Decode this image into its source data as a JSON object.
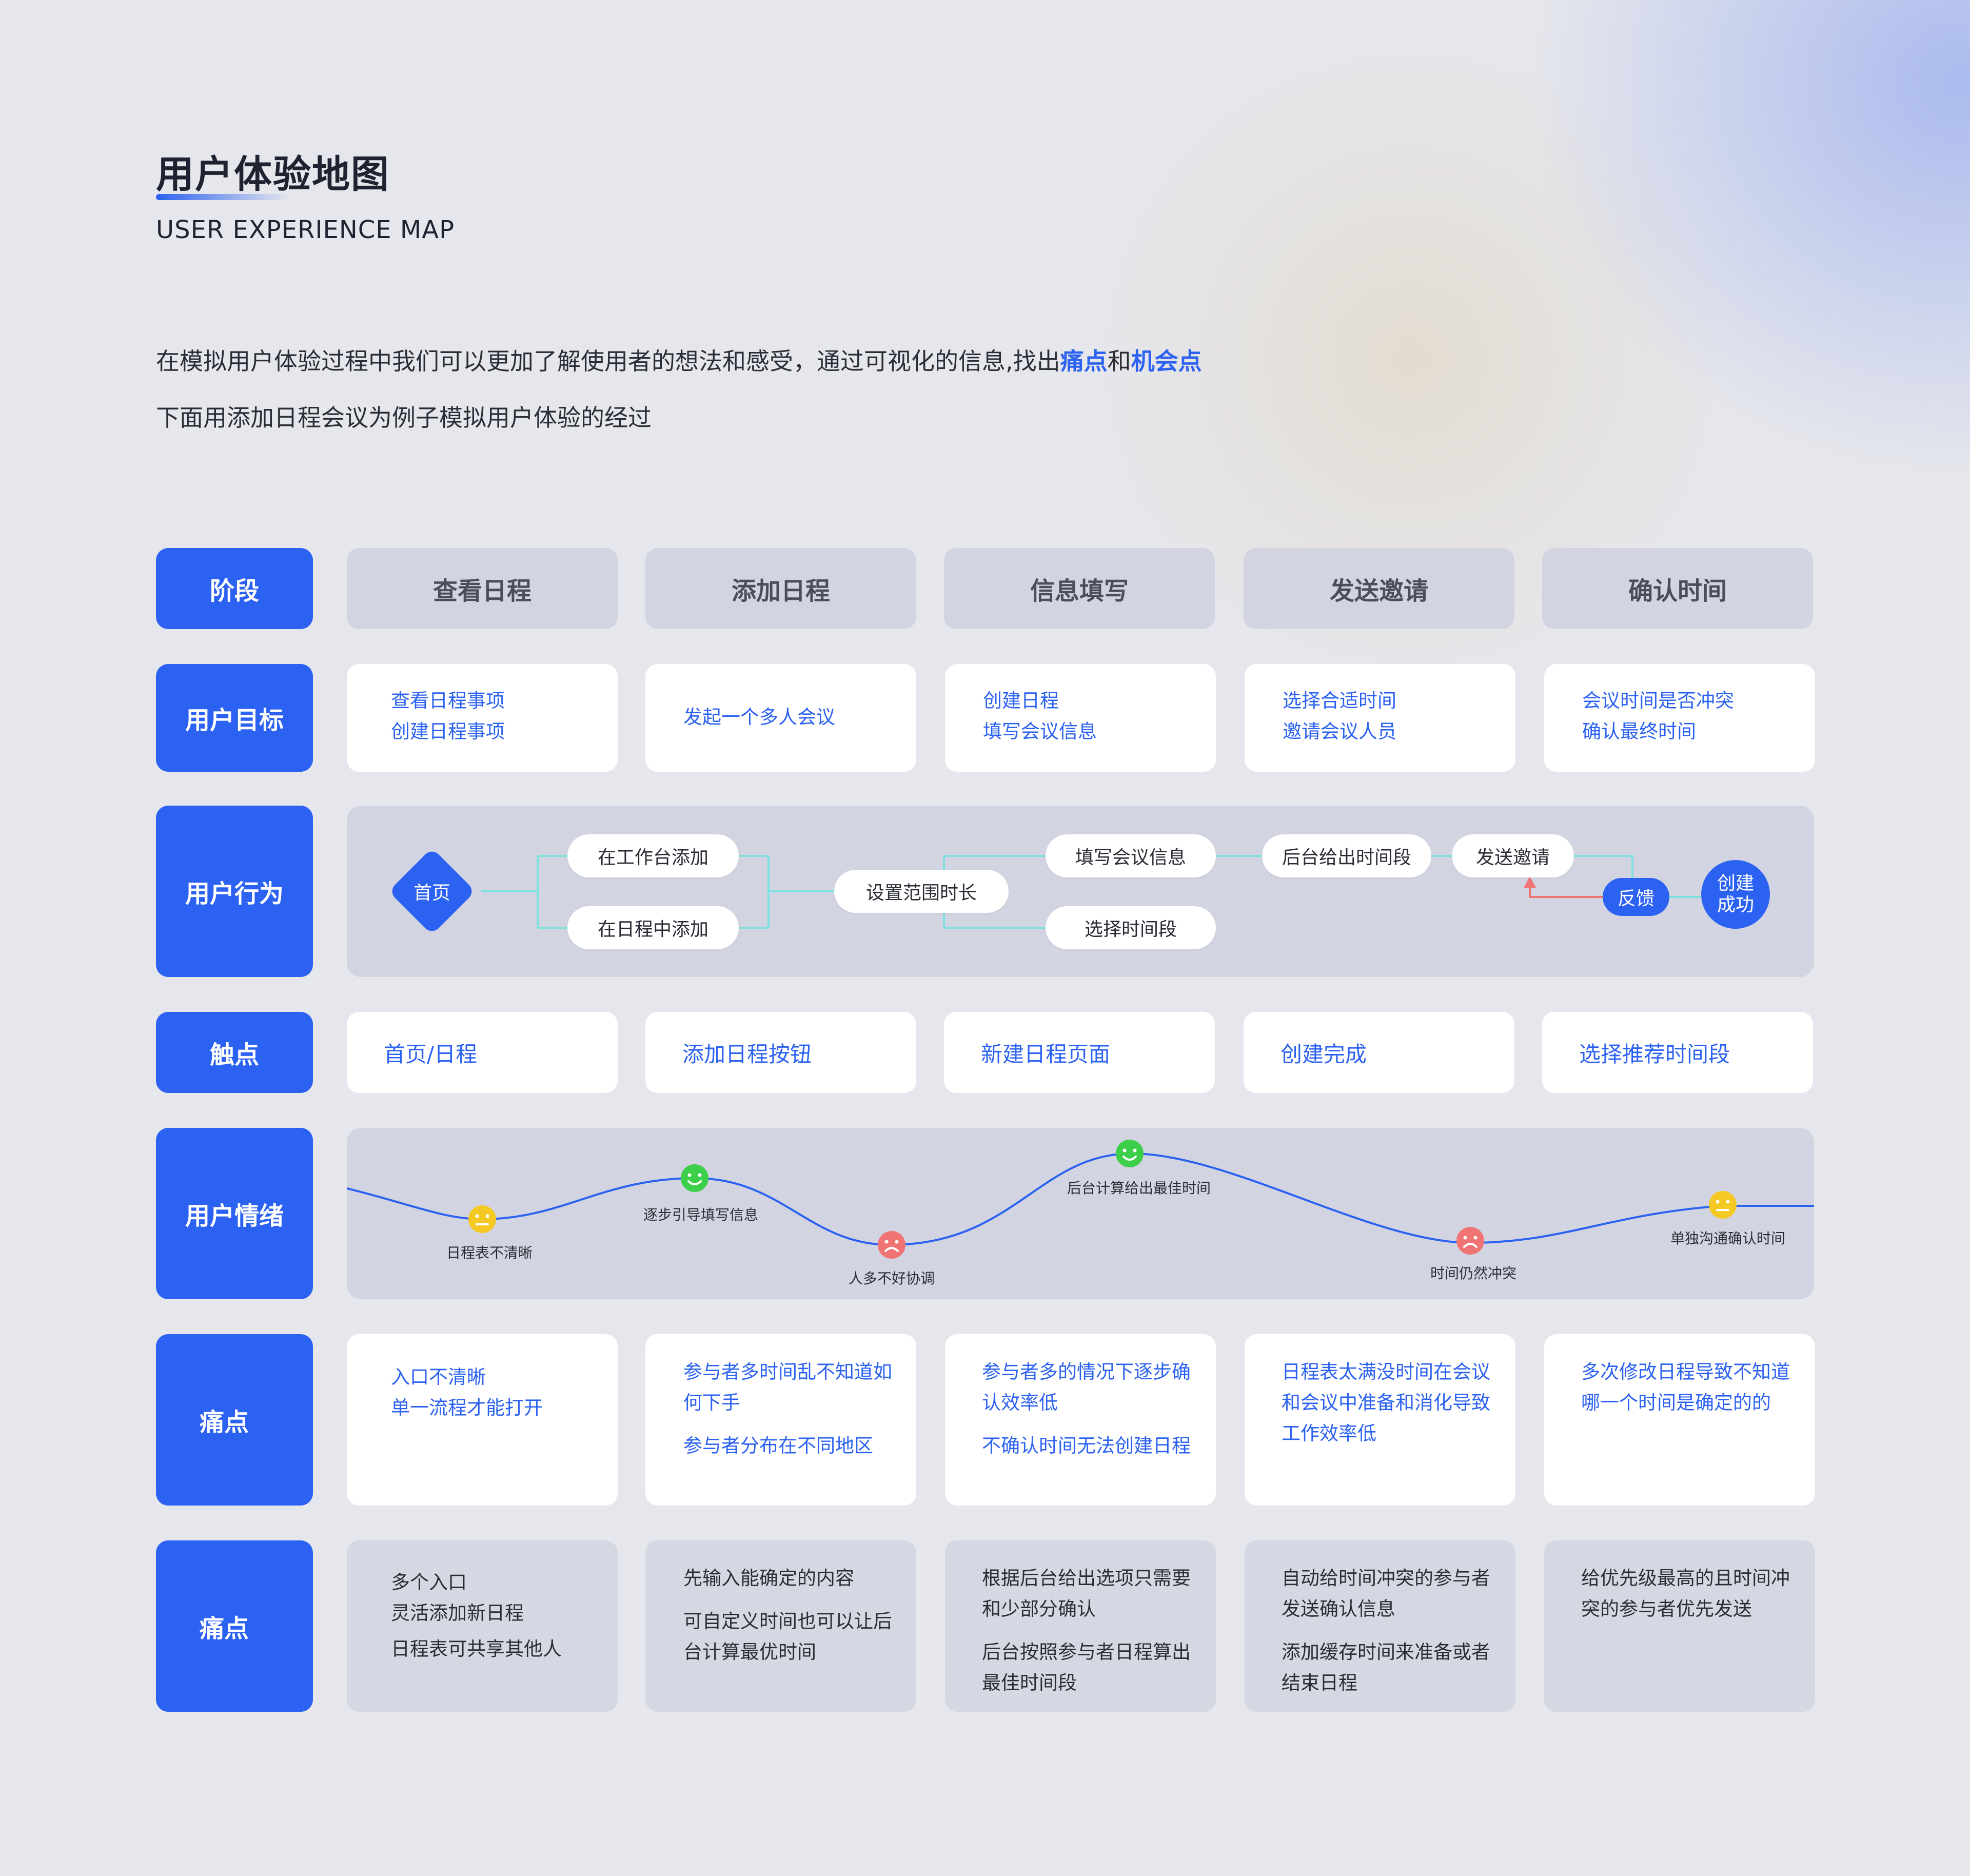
{
  "header": {
    "title": "用户体验地图",
    "subtitle": "USER EXPERIENCE MAP",
    "intro_line1_pre": "在模拟用户体验过程中我们可以更加了解使用者的想法和感受，通过可视化的信息,找出",
    "intro_highlight1": "痛点",
    "intro_mid": "和",
    "intro_highlight2": "机会点",
    "intro_line2": "下面用添加日程会议为例子模拟用户体验的经过"
  },
  "row_labels": {
    "stage": "阶段",
    "goal": "用户目标",
    "behavior": "用户行为",
    "touchpoint": "触点",
    "emotion": "用户情绪",
    "pain": "痛点",
    "opportunity": "痛点"
  },
  "stages": [
    "查看日程",
    "添加日程",
    "信息填写",
    "发送邀请",
    "确认时间"
  ],
  "goals": [
    [
      "查看日程事项",
      "创建日程事项"
    ],
    [
      "发起一个多人会议"
    ],
    [
      "创建日程",
      "填写会议信息"
    ],
    [
      "选择合适时间",
      "邀请会议人员"
    ],
    [
      "会议时间是否冲突",
      "确认最终时间"
    ]
  ],
  "behavior": {
    "home": "首页",
    "add_workbench": "在工作台添加",
    "add_calendar": "在日程中添加",
    "set_range": "设置范围时长",
    "fill_info": "填写会议信息",
    "choose_slot": "选择时间段",
    "backend_slots": "后台给出时间段",
    "send_invite": "发送邀请",
    "feedback": "反馈",
    "success_line1": "创建",
    "success_line2": "成功"
  },
  "touchpoints": [
    "首页/日程",
    "添加日程按钮",
    "新建日程页面",
    "创建完成",
    "选择推荐时间段"
  ],
  "emotions": [
    {
      "label": "日程表不清晰",
      "mood": "neutral"
    },
    {
      "label": "逐步引导填写信息",
      "mood": "happy"
    },
    {
      "label": "人多不好协调",
      "mood": "sad"
    },
    {
      "label": "后台计算给出最佳时间",
      "mood": "happy"
    },
    {
      "label": "时间仍然冲突",
      "mood": "sad"
    },
    {
      "label": "单独沟通确认时间",
      "mood": "neutral"
    }
  ],
  "pains": [
    [
      [
        "入口不清晰",
        "单一流程才能打开"
      ]
    ],
    [
      [
        "参与者多时间乱不知道如",
        "何下手"
      ],
      [
        "参与者分布在不同地区"
      ]
    ],
    [
      [
        "参与者多的情况下逐步确",
        "认效率低"
      ],
      [
        "不确认时间无法创建日程"
      ]
    ],
    [
      [
        "日程表太满没时间在会议",
        "和会议中准备和消化导致",
        "工作效率低"
      ]
    ],
    [
      [
        "多次修改日程导致不知道",
        "哪一个时间是确定的的"
      ]
    ]
  ],
  "opportunities": [
    [
      [
        "多个入口",
        "灵活添加新日程",
        "日程表可共享其他人"
      ]
    ],
    [
      [
        "先输入能确定的内容"
      ],
      [
        "可自定义时间也可以让后",
        "台计算最优时间"
      ]
    ],
    [
      [
        "根据后台给出选项只需要",
        "和少部分确认"
      ],
      [
        "后台按照参与者日程算出",
        "最佳时间段"
      ]
    ],
    [
      [
        "自动给时间冲突的参与者",
        "发送确认信息"
      ],
      [
        "添加缓存时间来准备或者",
        "结束日程"
      ]
    ],
    [
      [
        "给优先级最高的且时间冲",
        "突的参与者优先发送"
      ]
    ]
  ],
  "colors": {
    "accent": "#2c62f1",
    "happy": "#3dcf4a",
    "neutral": "#f5c924",
    "sad": "#f07474",
    "connector": "#7fe0e0",
    "feedback_arrow": "#f07474"
  }
}
